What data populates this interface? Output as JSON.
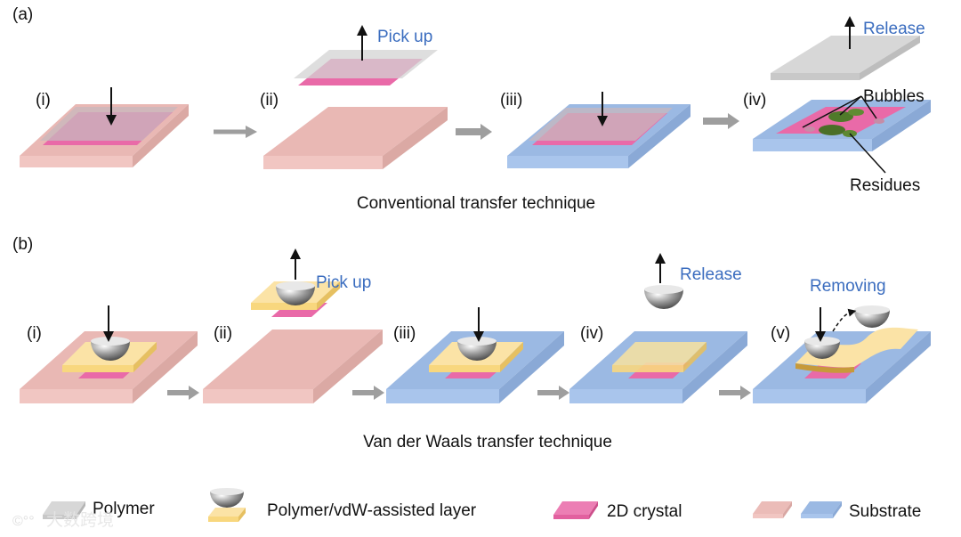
{
  "panel_a": {
    "label": "(a)",
    "steps": [
      "(i)",
      "(ii)",
      "(iii)",
      "(iv)"
    ],
    "pick_up": "Pick up",
    "release": "Release",
    "bubbles": "Bubbles",
    "residues": "Residues",
    "caption": "Conventional transfer technique"
  },
  "panel_b": {
    "label": "(b)",
    "steps": [
      "(i)",
      "(ii)",
      "(iii)",
      "(iv)",
      "(v)"
    ],
    "pick_up": "Pick up",
    "release": "Release",
    "removing": "Removing",
    "caption": "Van der Waals transfer technique"
  },
  "legend": {
    "polymer": "Polymer",
    "vdw_layer": "Polymer/vdW-assisted layer",
    "crystal": "2D crystal",
    "substrate": "Substrate"
  },
  "watermark": "大数跨境",
  "colors": {
    "substrate_pink": "#f1c4c0",
    "substrate_blue": "#a9c5ec",
    "crystal": "#e96aa8",
    "polymer": "#d6d6d6",
    "vdw_layer": "#f8d77e",
    "accent_text": "#3b6dbf",
    "bubbles": "#5a7a2f"
  }
}
